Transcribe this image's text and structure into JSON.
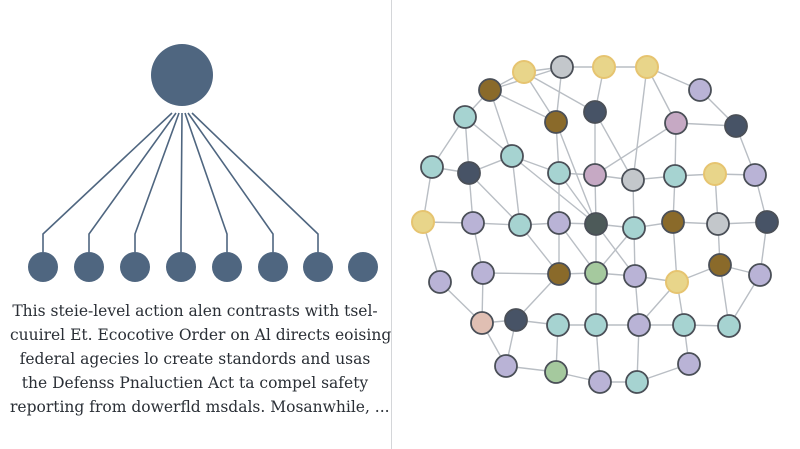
{
  "colors": {
    "background": "#ffffff",
    "hub": "#4f6680",
    "leaf": "#4f6680",
    "edge_left": "#4f6680",
    "edge_right": "#b9bec4",
    "node_stroke": "#4a4f57",
    "text": "#2a2f36",
    "divider": "#d4d6d9"
  },
  "caption": {
    "lines": [
      "This steie-level action alen contrasts with tsel-",
      "cuuirel Et. Ecocotive Order on Al directs eoising",
      "federal agecies lo create standords and usas",
      "the Defenss Pnaluctien Act ta compel safety",
      "reporting from dowerfld msdals. Mosanwhile, ..."
    ]
  },
  "left_diagram": {
    "hub_label": "",
    "leaf_count": 8,
    "connected_leaves": 7
  },
  "right_network": {
    "node_colors": {
      "teal": "#a6d3d1",
      "lavender": "#b9b3d6",
      "dark": "#475366",
      "olive": "#8a6a2a",
      "khaki": "#e8d58a",
      "grey": "#c3c7cb",
      "mauve": "#c6a9c4",
      "sage": "#a5c99e",
      "peach": "#e0bfb3",
      "darkslate": "#4d5a59"
    }
  }
}
